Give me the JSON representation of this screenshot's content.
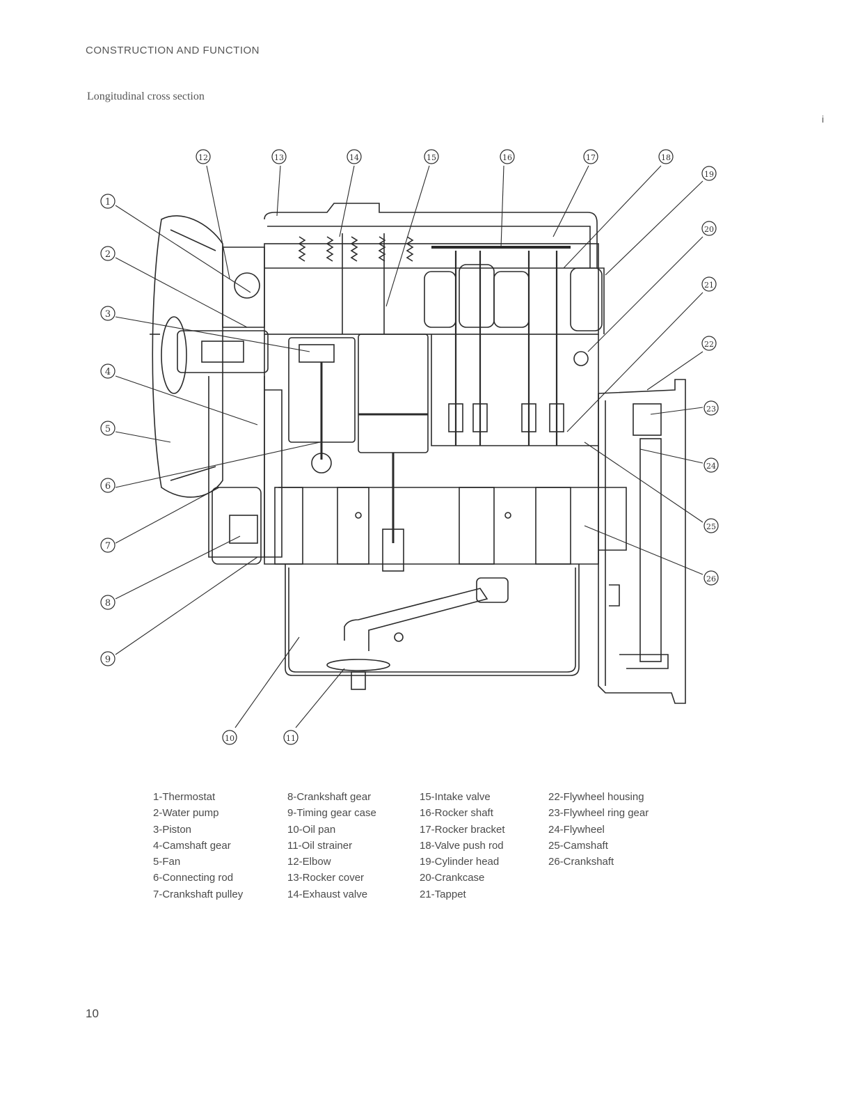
{
  "page": {
    "header": "CONSTRUCTION AND FUNCTION",
    "subtitle": "Longitudinal cross section",
    "stray_mark": "i",
    "page_number": "10"
  },
  "callouts": [
    "1",
    "2",
    "3",
    "4",
    "5",
    "6",
    "7",
    "8",
    "9",
    "10",
    "11",
    "12",
    "13",
    "14",
    "15",
    "16",
    "17",
    "18",
    "19",
    "20",
    "21",
    "22",
    "23",
    "24",
    "25",
    "26"
  ],
  "legend": {
    "col1": [
      "1-Thermostat",
      "2-Water pump",
      "3-Piston",
      "4-Camshaft gear",
      "5-Fan",
      "6-Connecting rod",
      "7-Crankshaft pulley"
    ],
    "col2": [
      "8-Crankshaft gear",
      "9-Timing gear case",
      "10-Oil pan",
      "11-Oil strainer",
      "12-Elbow",
      "13-Rocker cover",
      "14-Exhaust valve"
    ],
    "col3": [
      "15-Intake valve",
      "16-Rocker shaft",
      "17-Rocker bracket",
      "18-Valve push rod",
      "19-Cylinder head",
      "20-Crankcase",
      "21-Tappet"
    ],
    "col4": [
      "22-Flywheel housing",
      "23-Flywheel ring gear",
      "24-Flywheel",
      "25-Camshaft",
      "26-Crankshaft"
    ]
  }
}
